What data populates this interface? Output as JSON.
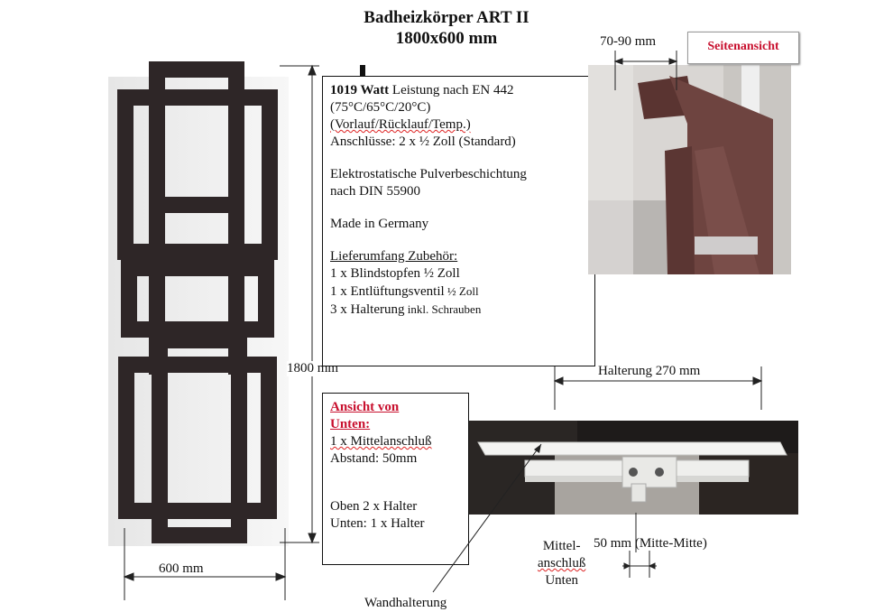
{
  "title": {
    "line1": "Badheizkörper ART II",
    "line2": "1800x600 mm"
  },
  "specs": {
    "watt_value": "1019 Watt",
    "watt_rest": " Leistung nach EN 442",
    "temps": "(75°C/65°C/20°C)",
    "temp_desc": "(Vorlauf/Rücklauf/Temp.)",
    "connections": "Anschlüsse: 2 x ½ Zoll (Standard)",
    "coating_1": "Elektrostatische Pulverbeschichtung",
    "coating_2": "nach DIN 55900",
    "made_in": "Made in Germany",
    "scope_title": "Lieferumfang Zubehör:",
    "scope_1": "1 x Blindstopfen ½ Zoll",
    "scope_2_main": "1 x Entlüftungsventil",
    "scope_2_small": " ½ Zoll",
    "scope_3_main": "3 x Halterung",
    "scope_3_small": " inkl. Schrauben"
  },
  "bottom_view": {
    "title_1": "Ansicht von",
    "title_2": "Unten:",
    "line_1": "1 x Mittelanschluß",
    "line_2": "Abstand: 50mm",
    "line_3": "Oben   2 x Halter",
    "line_4": "Unten: 1 x Halter"
  },
  "dimensions": {
    "height": "1800 mm",
    "width": "600 mm",
    "depth": "70-90 mm",
    "bracket": "Halterung 270 mm",
    "center_distance": "50 mm (Mitte-Mitte)",
    "center_conn_1": "Mittel-",
    "center_conn_2": "anschluß",
    "center_conn_3": "Unten",
    "wall_mount": "Wandhalterung"
  },
  "side_view_label": "Seitenansicht",
  "colors": {
    "radiator": "#2e2627",
    "accent_red": "#c8102e",
    "side_photo": "#6f4a46"
  }
}
